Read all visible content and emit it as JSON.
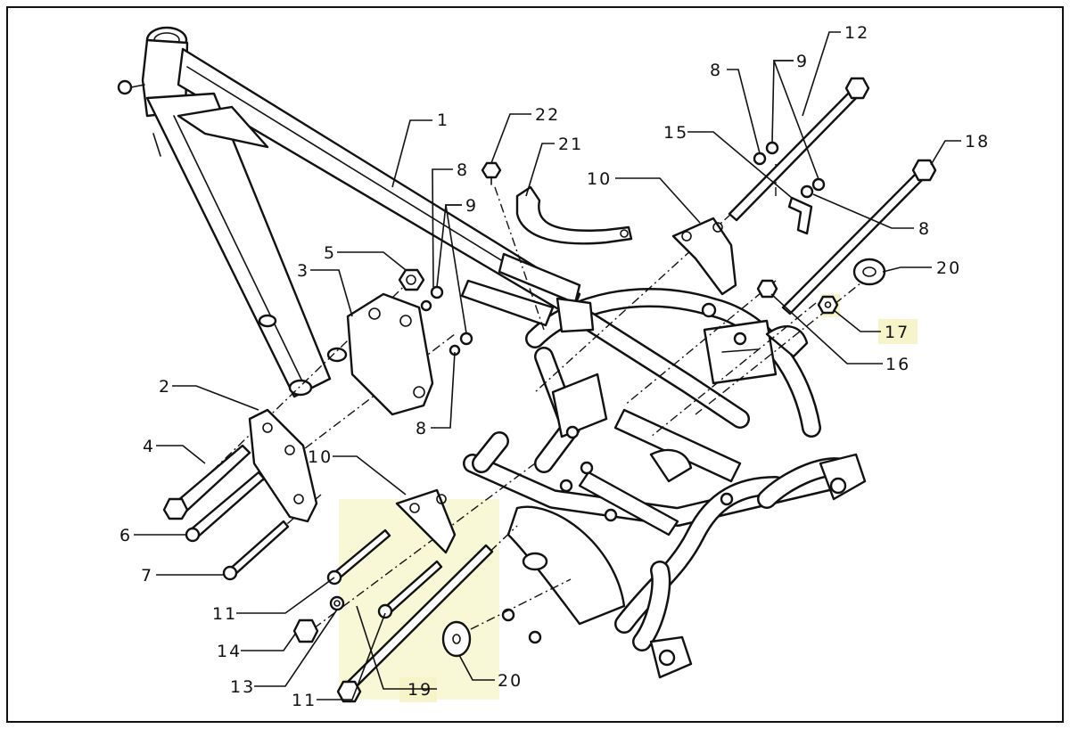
{
  "diagram": {
    "callouts": [
      {
        "id": "c1",
        "text": "1"
      },
      {
        "id": "c2",
        "text": "2"
      },
      {
        "id": "c3",
        "text": "3"
      },
      {
        "id": "c4",
        "text": "4"
      },
      {
        "id": "c5",
        "text": "5"
      },
      {
        "id": "c6",
        "text": "6"
      },
      {
        "id": "c7",
        "text": "7"
      },
      {
        "id": "c8a",
        "text": "8"
      },
      {
        "id": "c8b",
        "text": "8"
      },
      {
        "id": "c8c",
        "text": "8"
      },
      {
        "id": "c8d",
        "text": "8"
      },
      {
        "id": "c9a",
        "text": "9"
      },
      {
        "id": "c9b",
        "text": "9"
      },
      {
        "id": "c10a",
        "text": "10"
      },
      {
        "id": "c10b",
        "text": "10"
      },
      {
        "id": "c11a",
        "text": "11"
      },
      {
        "id": "c11b",
        "text": "11"
      },
      {
        "id": "c12",
        "text": "12"
      },
      {
        "id": "c13",
        "text": "13"
      },
      {
        "id": "c14",
        "text": "14"
      },
      {
        "id": "c15",
        "text": "15"
      },
      {
        "id": "c16",
        "text": "16"
      },
      {
        "id": "c17",
        "text": "17"
      },
      {
        "id": "c18",
        "text": "18"
      },
      {
        "id": "c19",
        "text": "19"
      },
      {
        "id": "c20a",
        "text": "20"
      },
      {
        "id": "c20b",
        "text": "20"
      },
      {
        "id": "c21",
        "text": "21"
      },
      {
        "id": "c22",
        "text": "22"
      }
    ],
    "highlight_color": "#f6f5c9"
  }
}
